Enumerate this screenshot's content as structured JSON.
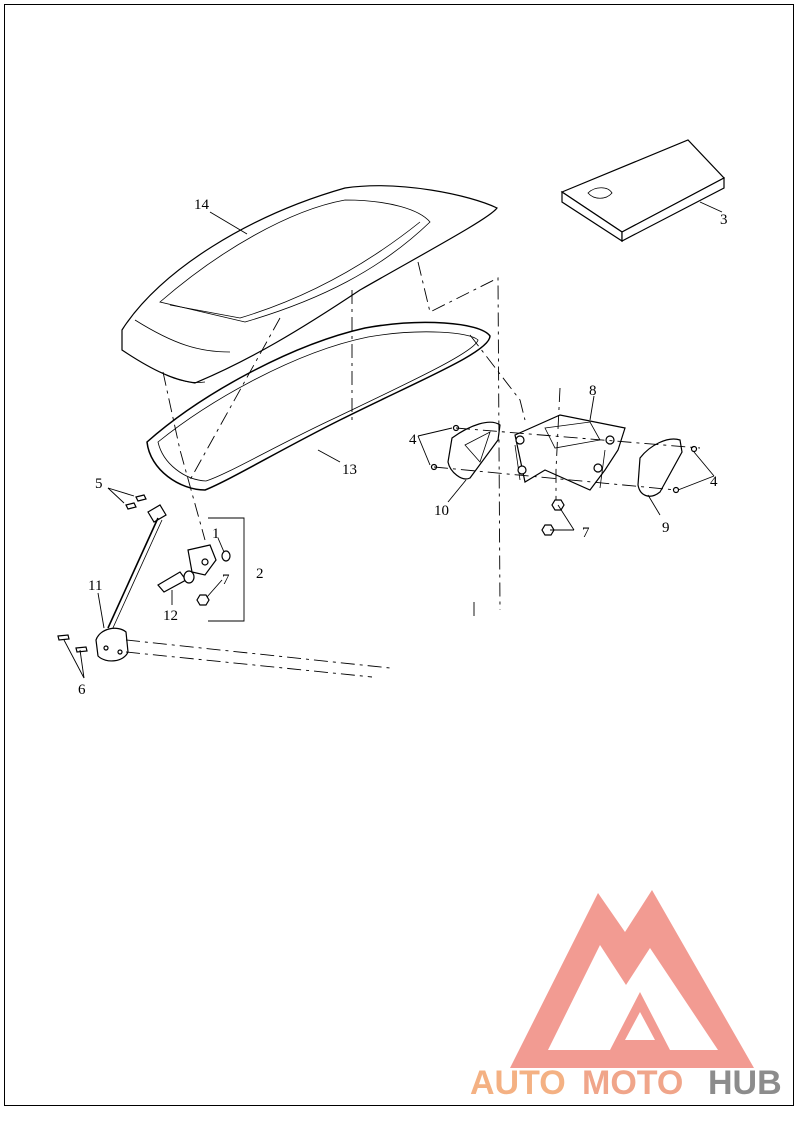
{
  "callouts": {
    "c1": "1",
    "c2": "2",
    "c3": "3",
    "c4a": "4",
    "c4b": "4",
    "c5": "5",
    "c6": "6",
    "c7a": "7",
    "c7b": "7",
    "c8": "8",
    "c9": "9",
    "c10": "10",
    "c11": "11",
    "c12": "12",
    "c13": "13",
    "c14": "14"
  },
  "watermark": {
    "part1": "AUTO",
    "part2": "MOTO",
    "part3": "HUB",
    "color_auto": "#f4b183",
    "color_moto": "#f0a58a",
    "color_hub": "#8c8c8c",
    "logo_color": "#f08a80"
  }
}
